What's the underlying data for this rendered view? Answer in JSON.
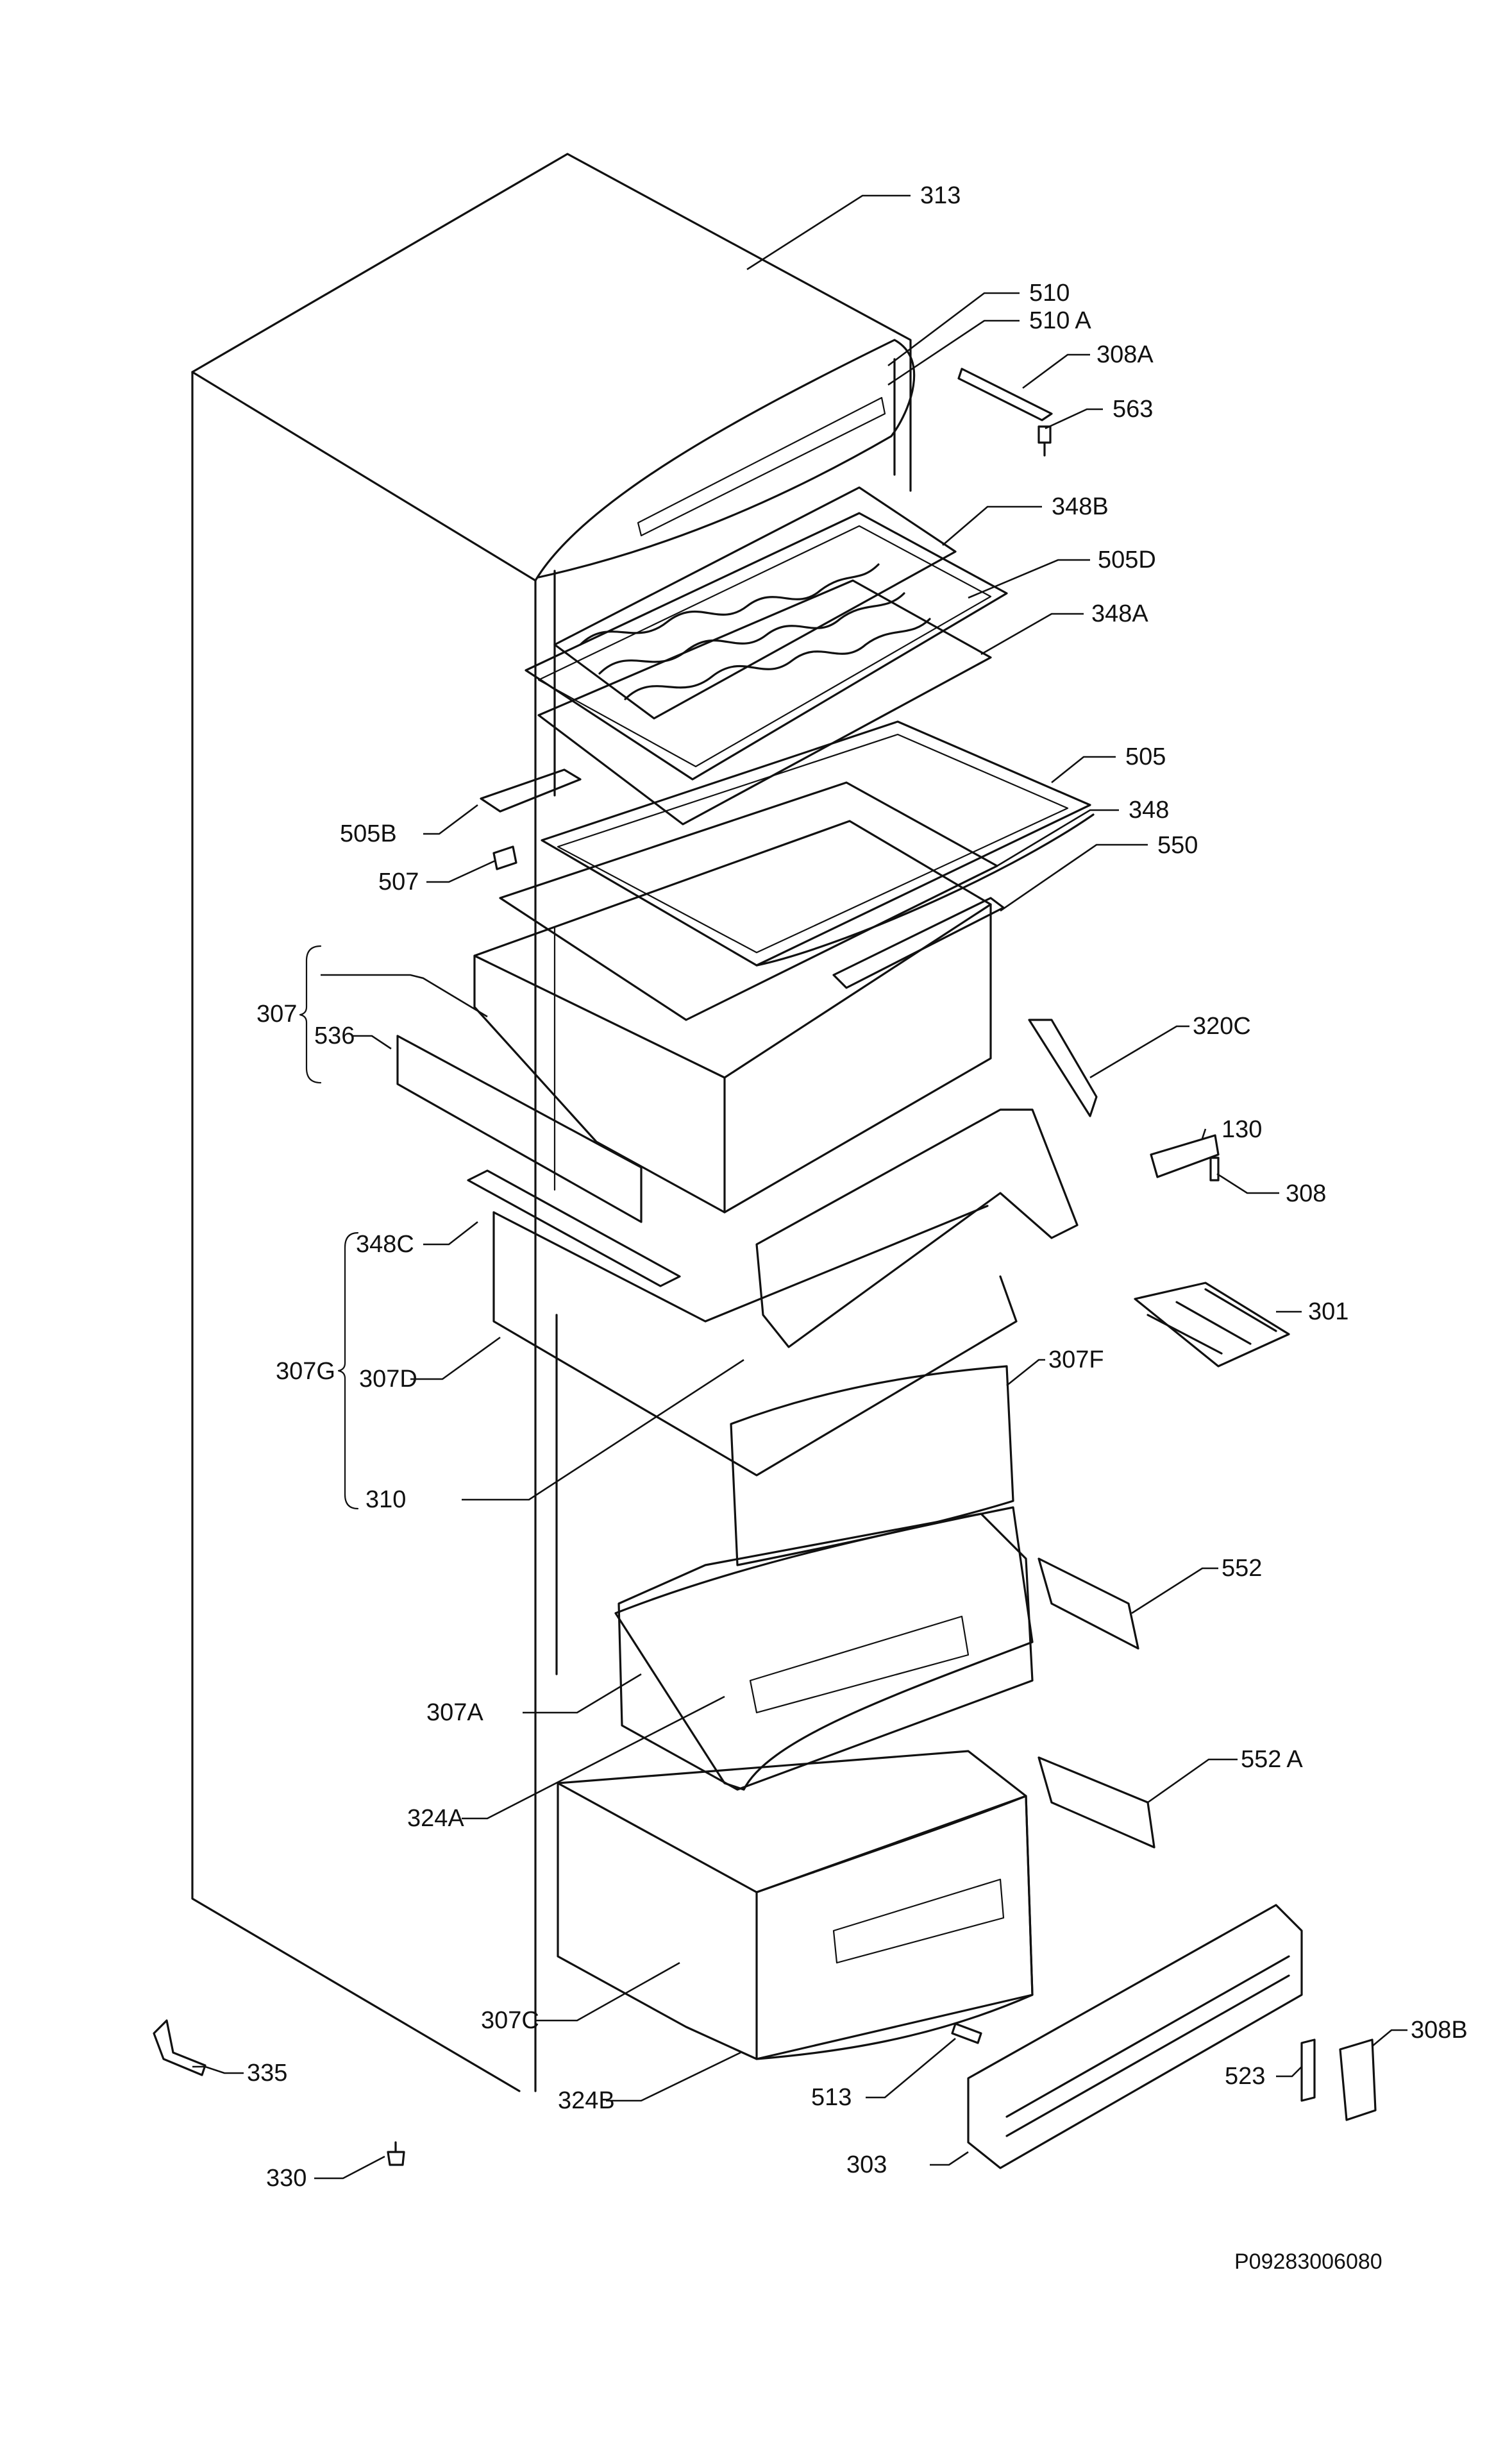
{
  "drawing_reference": "P09283006080",
  "labels": [
    {
      "id": "p313",
      "num": "313",
      "suffix": ""
    },
    {
      "id": "p510",
      "num": "510",
      "suffix": ""
    },
    {
      "id": "p510a",
      "num": "510",
      "suffix": "A"
    },
    {
      "id": "p308a",
      "num": "308",
      "suffix": "A"
    },
    {
      "id": "p563",
      "num": "563",
      "suffix": ""
    },
    {
      "id": "p348b",
      "num": "348",
      "suffix": "B"
    },
    {
      "id": "p505d",
      "num": "505",
      "suffix": "D"
    },
    {
      "id": "p348a",
      "num": "348",
      "suffix": "A"
    },
    {
      "id": "p505",
      "num": "505",
      "suffix": ""
    },
    {
      "id": "p505b",
      "num": "505",
      "suffix": "B"
    },
    {
      "id": "p348",
      "num": "348",
      "suffix": ""
    },
    {
      "id": "p507",
      "num": "507",
      "suffix": ""
    },
    {
      "id": "p550",
      "num": "550",
      "suffix": ""
    },
    {
      "id": "p307",
      "num": "307",
      "suffix": ""
    },
    {
      "id": "p536",
      "num": "536",
      "suffix": ""
    },
    {
      "id": "p320c",
      "num": "320",
      "suffix": "C"
    },
    {
      "id": "p130",
      "num": "130",
      "suffix": ""
    },
    {
      "id": "p308",
      "num": "308",
      "suffix": ""
    },
    {
      "id": "p348c",
      "num": "348",
      "suffix": "C"
    },
    {
      "id": "p301",
      "num": "301",
      "suffix": ""
    },
    {
      "id": "p307g",
      "num": "307",
      "suffix": "G"
    },
    {
      "id": "p307d",
      "num": "307",
      "suffix": "D"
    },
    {
      "id": "p307f",
      "num": "307",
      "suffix": "F"
    },
    {
      "id": "p310",
      "num": "310",
      "suffix": ""
    },
    {
      "id": "p552",
      "num": "552",
      "suffix": ""
    },
    {
      "id": "p307a",
      "num": "307",
      "suffix": "A"
    },
    {
      "id": "p552a",
      "num": "552",
      "suffix": "A"
    },
    {
      "id": "p324a",
      "num": "324",
      "suffix": "A"
    },
    {
      "id": "p307c",
      "num": "307",
      "suffix": "C"
    },
    {
      "id": "p335",
      "num": "335",
      "suffix": ""
    },
    {
      "id": "p513",
      "num": "513",
      "suffix": ""
    },
    {
      "id": "p523",
      "num": "523",
      "suffix": ""
    },
    {
      "id": "p308b",
      "num": "308",
      "suffix": "B"
    },
    {
      "id": "p324b",
      "num": "324",
      "suffix": "B"
    },
    {
      "id": "p303",
      "num": "303",
      "suffix": ""
    },
    {
      "id": "p330",
      "num": "330",
      "suffix": ""
    }
  ]
}
